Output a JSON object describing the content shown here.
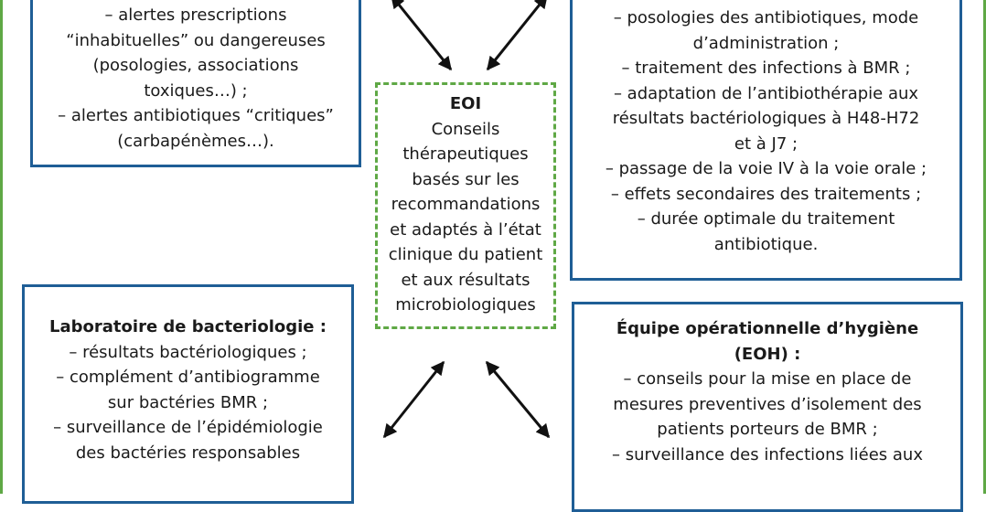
{
  "top_left_box": {
    "lines": [
      "– alertes prescriptions",
      "“inhabituelles” ou dangereuses",
      "(posologies, associations",
      "toxiques…) ;",
      "– alertes antibiotiques “critiques”",
      "(carbapénèmes…)."
    ]
  },
  "top_right_box": {
    "lines": [
      "– posologies des antibiotiques, mode",
      "d’administration ;",
      "– traitement des infections à BMR ;",
      "– adaptation de l’antibiothérapie aux",
      "résultats bactériologiques à H48-H72",
      "et à J7 ;",
      "– passage de la voie IV à la voie orale ;",
      "– effets secondaires des traitements ;",
      "– durée optimale du traitement",
      "antibiotique."
    ]
  },
  "center_box": {
    "title": "EOI",
    "lines": [
      "Conseils",
      "thérapeutiques",
      "basés sur les",
      "recommandations",
      "et adaptés à l’état",
      "clinique du patient",
      "et aux résultats",
      "microbiologiques"
    ]
  },
  "bottom_left_box": {
    "title": "Laboratoire de bacteriologie :",
    "lines": [
      "– résultats bactériologiques ;",
      "– complément d’antibiogramme",
      "sur bactéries BMR ;",
      "– surveillance de l’épidémiologie",
      "des bactéries responsables"
    ]
  },
  "bottom_right_box": {
    "title_lines": [
      "Équipe opérationnelle d’hygiène",
      "(EOH) :"
    ],
    "lines": [
      "– conseils pour la mise en place de",
      "mesures preventives d’isolement  des",
      "patients porteurs de BMR ;",
      "– surveillance des infections liées aux"
    ]
  },
  "colors": {
    "box_border": "#1f5e96",
    "frame_green": "#5fa845",
    "arrow": "#111111"
  }
}
